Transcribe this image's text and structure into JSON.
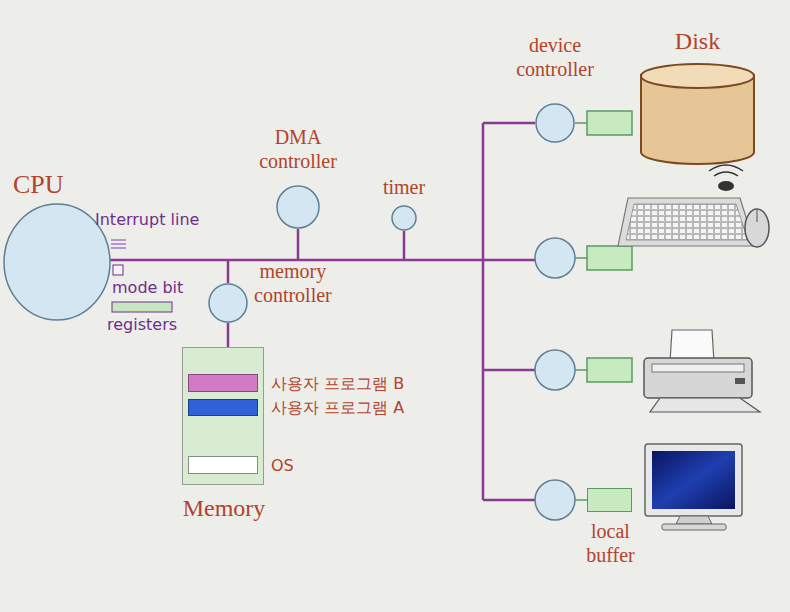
{
  "diagram": {
    "nodes": [
      {
        "text": [
          "CPU"
        ]
      },
      {
        "text": [
          "DMA controller"
        ]
      },
      {
        "text": [
          "timer"
        ]
      },
      {
        "text": [
          "memory controller"
        ]
      },
      {
        "text": [
          "Memory"
        ]
      },
      {
        "text": [
          "사용자 프로그램 B"
        ],
        "in": 4
      },
      {
        "text": [
          "사용자 프로그램 A"
        ],
        "in": 4
      },
      {
        "text": [
          "OS"
        ],
        "in": 4
      },
      {
        "text": [
          "device controller"
        ]
      },
      {
        "text": [
          "Disk"
        ]
      },
      {
        "text": [
          "local buffer"
        ]
      }
    ],
    "edges": [
      {
        "from": 3,
        "to": 4,
        "arrow": "none"
      }
    ],
    "labels": [
      "Interrupt line",
      "mode bit",
      "registers"
    ]
  }
}
